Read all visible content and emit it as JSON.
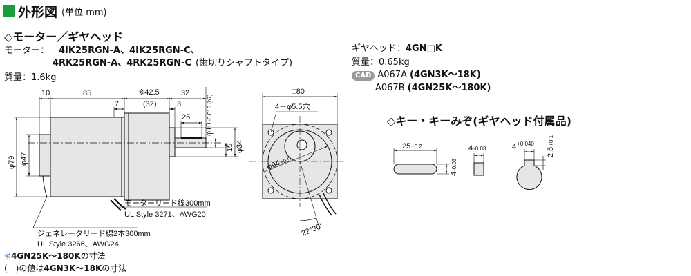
{
  "header": {
    "title": "外形図",
    "unit": "(単位 mm)"
  },
  "motor": {
    "section_title": "◇モーター／ギヤヘッド",
    "models_label": "モーター：",
    "models_line1": "4IK25RGN-A、4IK25RGN-C、",
    "models_line2": "4RK25RGN-A、4RK25RGN-C",
    "models_note": "(歯切りシャフトタイプ)",
    "mass": "質量：1.6kg"
  },
  "gearhead": {
    "label": "ギヤヘッド：",
    "model": "4GN□K",
    "mass": "質量：0.65kg",
    "cad_badge": "CAD",
    "cad1_code": "A067A",
    "cad1_model": "(4GN3K～18K)",
    "cad2_code": "A067B",
    "cad2_model": "(4GN25K～180K)"
  },
  "key": {
    "section_title": "◇キー・キーみぞ(ギヤヘッド付属品)",
    "length": "25",
    "length_tol": "±0.2",
    "width": "4",
    "width_tol_top": "0",
    "width_tol_bot": "-0.03",
    "slot_width": "4",
    "slot_tol_top": "+0.040",
    "slot_tol_bot": "0",
    "depth": "2.5",
    "depth_tol_top": "+0.1",
    "depth_tol_bot": "0"
  },
  "side_view": {
    "dim_10": "10",
    "dim_85": "85",
    "dim_42_5": "※42.5",
    "dim_32_paren": "(32)",
    "dim_32": "32",
    "dim_7": "7",
    "dim_3": "3",
    "dim_25": "25",
    "dim_phi10": "φ10",
    "dim_phi10_tol": "-0.015 (h7)",
    "dim_phi34": "φ34",
    "dim_15": "15",
    "dim_phi79": "φ79",
    "dim_phi47": "φ47",
    "lead_motor": "モーターリード線300mm",
    "lead_motor_spec": "UL Style 3271、AWG20",
    "lead_gen": "ジェネレータリード線2本300mm",
    "lead_gen_spec": "UL Style 3266、AWG24"
  },
  "front_view": {
    "dim_square": "□80",
    "dim_holes": "4－φ5.5穴",
    "dim_pcd": "φ94",
    "dim_pcd_tol": "±0.5",
    "dim_angle": "22°30'"
  },
  "notes": {
    "note1_mark": "※",
    "note1_model": "4GN25K～180K",
    "note1_text": "の寸法",
    "note2_prefix": "(　)の値は",
    "note2_model": "4GN3K～18K",
    "note2_text": "の寸法"
  },
  "colors": {
    "title_accent": "#1a9e3c",
    "note_mark": "#2a7bd0",
    "body_fill": "#e6e6e6",
    "line": "#111111"
  }
}
